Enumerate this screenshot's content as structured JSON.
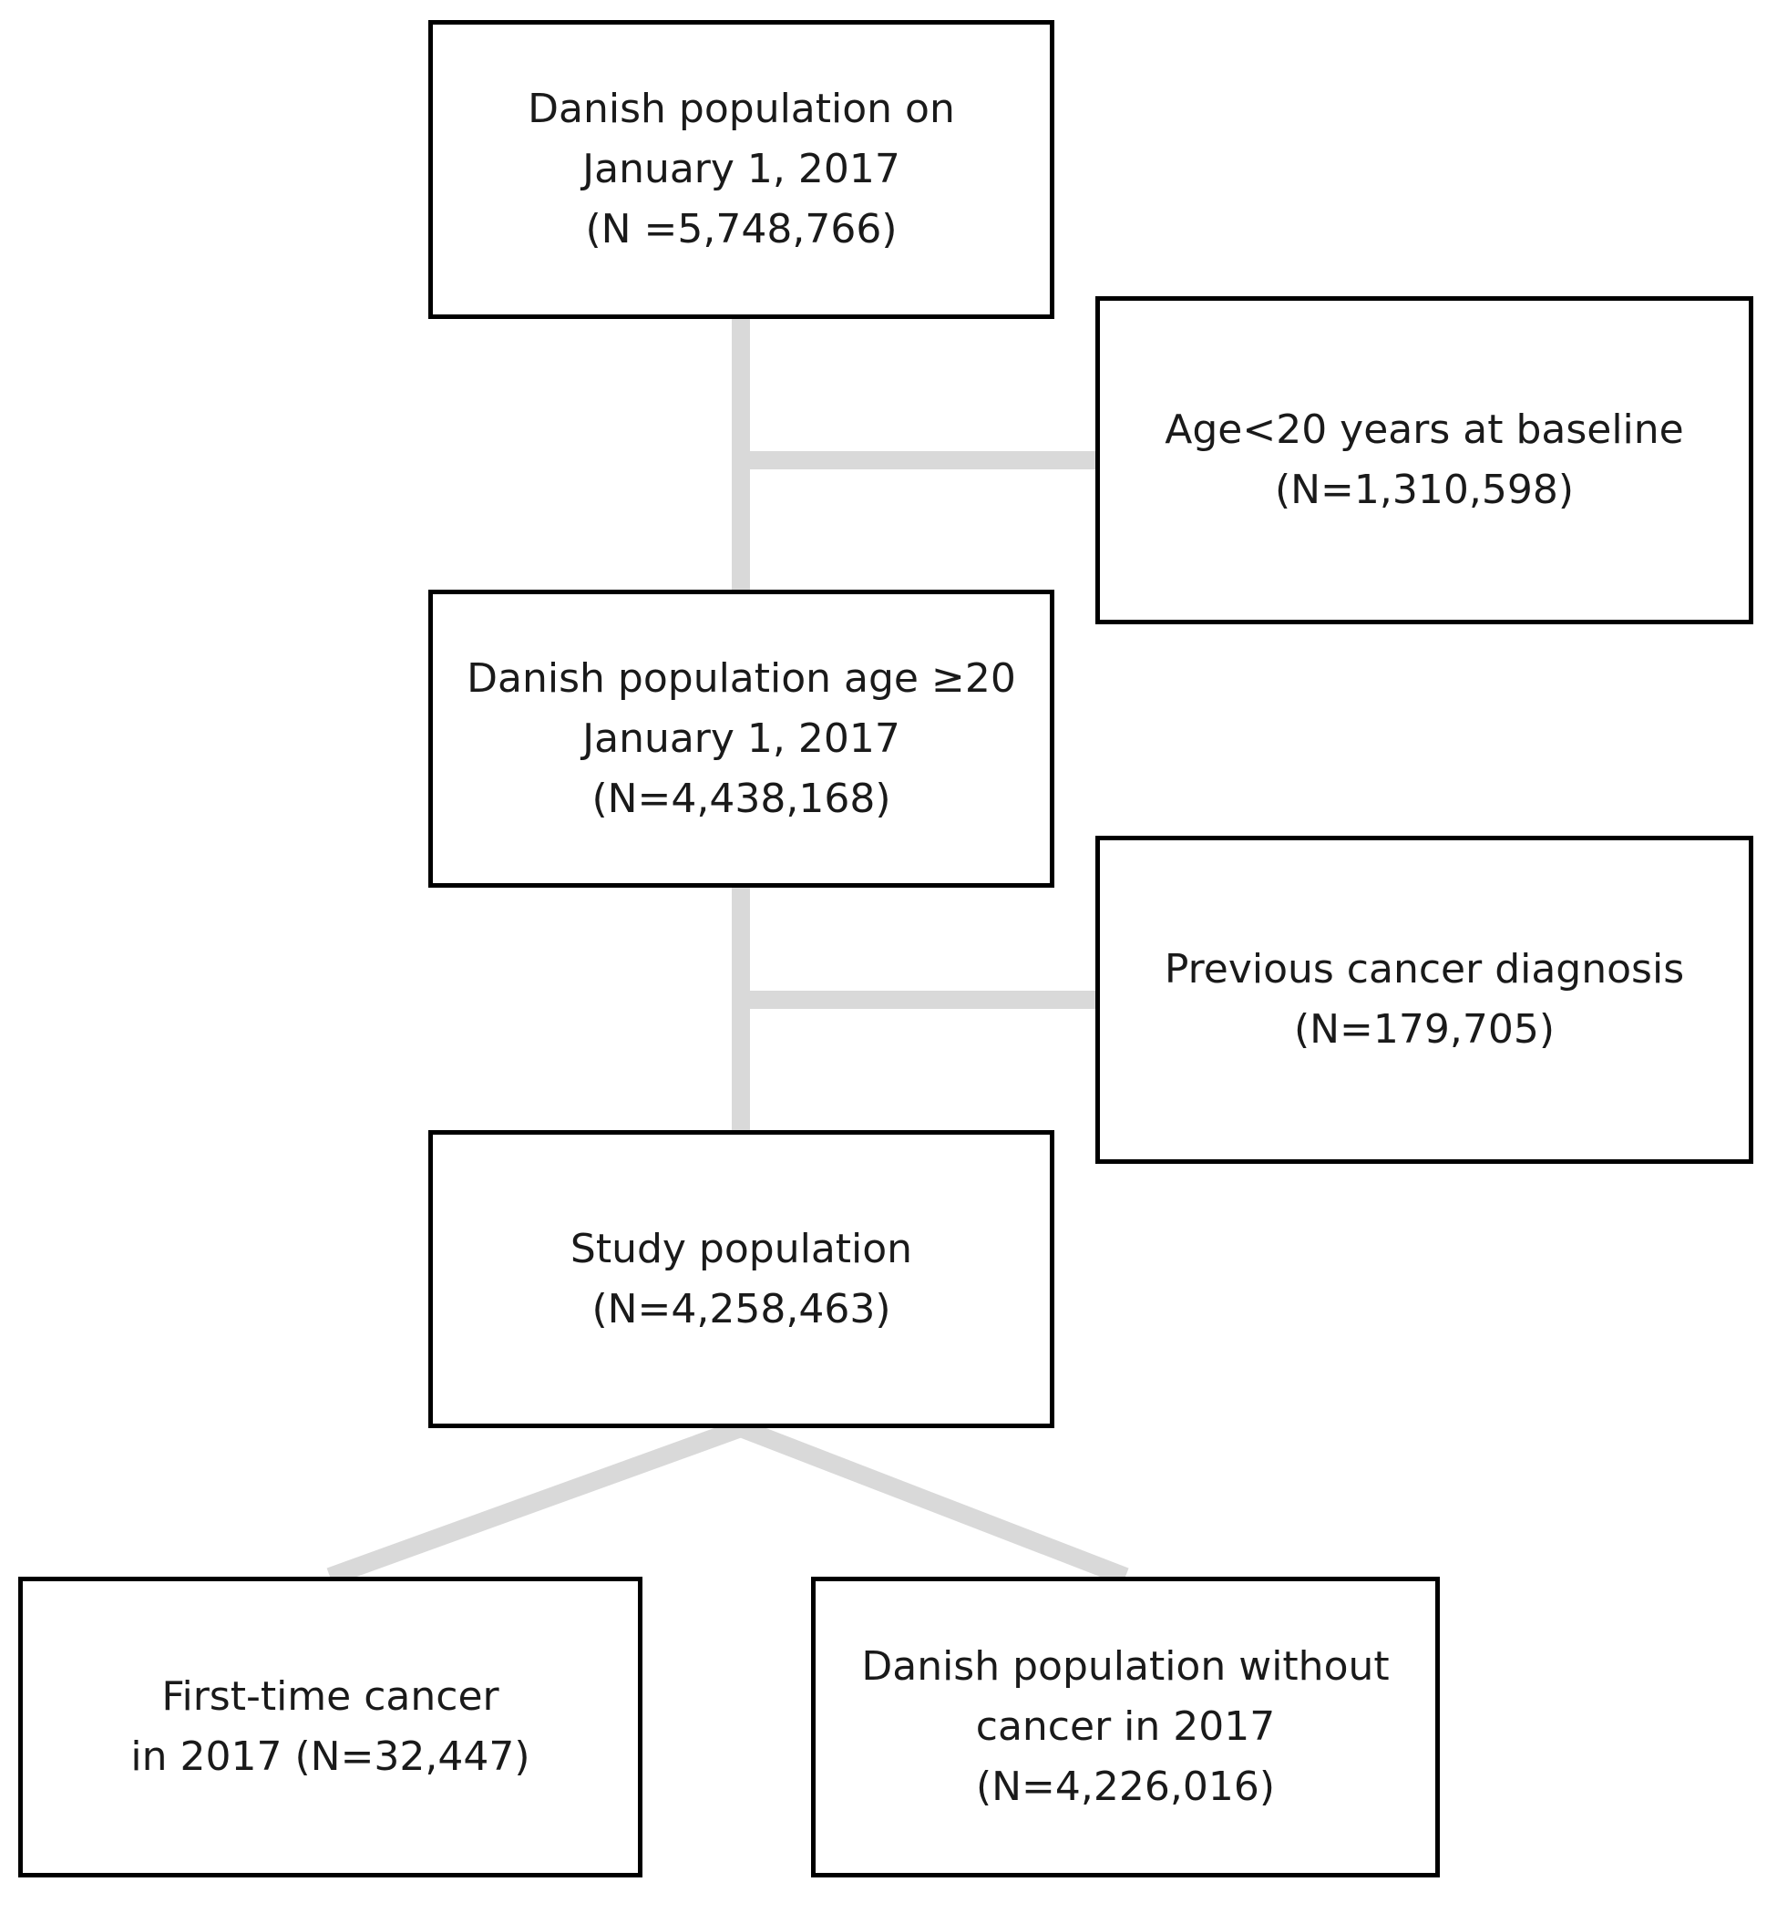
{
  "diagram": {
    "nodes": {
      "total_population": {
        "lines": [
          "Danish population on",
          "January 1, 2017",
          "(N =5,748,766)"
        ]
      },
      "excluded_age": {
        "lines": [
          "Age<20 years at baseline",
          "(N=1,310,598)"
        ]
      },
      "adult_population": {
        "lines": [
          "Danish population age ≥20",
          "January 1, 2017",
          "(N=4,438,168)"
        ]
      },
      "excluded_previous_cancer": {
        "lines": [
          "Previous cancer diagnosis",
          "(N=179,705)"
        ]
      },
      "study_population": {
        "lines": [
          "Study population",
          "(N=4,258,463)"
        ]
      },
      "first_time_cancer": {
        "lines": [
          "First-time cancer",
          "in 2017 (N=32,447)"
        ]
      },
      "without_cancer": {
        "lines": [
          "Danish population without",
          "cancer in 2017",
          "(N=4,226,016)"
        ]
      }
    },
    "colors": {
      "connector": "#d9d9d9",
      "box_border": "#000000",
      "text": "#1a1a1a",
      "background": "#ffffff"
    }
  }
}
